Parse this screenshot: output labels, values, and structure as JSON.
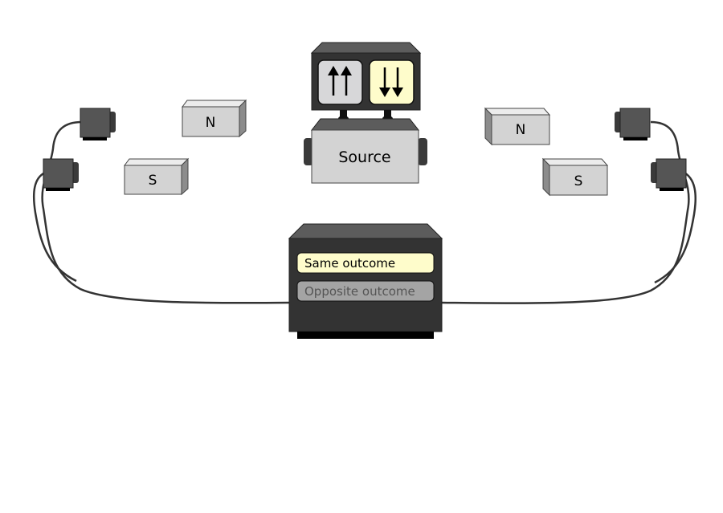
{
  "source": {
    "label": "Source"
  },
  "state_buttons": [
    {
      "symbol": "up-up-arrows-icon",
      "fill": "#d7d7d9",
      "active": false
    },
    {
      "symbol": "down-down-arrows-icon",
      "fill": "#fefccb",
      "active": true
    }
  ],
  "magnets": {
    "left": {
      "top": "N",
      "bottom": "S"
    },
    "right": {
      "top": "N",
      "bottom": "S"
    }
  },
  "outcome_panel": {
    "same_label": "Same outcome",
    "opposite_label": "Opposite outcome",
    "same_fill": "#fefccb",
    "opposite_fill": "#a4a4a4",
    "lit": "same"
  },
  "colors": {
    "box_dark": "#333333",
    "box_lid": "#5c5c5c",
    "magnet_face": "#d3d3d3",
    "magnet_side": "#8c8c8c",
    "detector": "#555555"
  }
}
